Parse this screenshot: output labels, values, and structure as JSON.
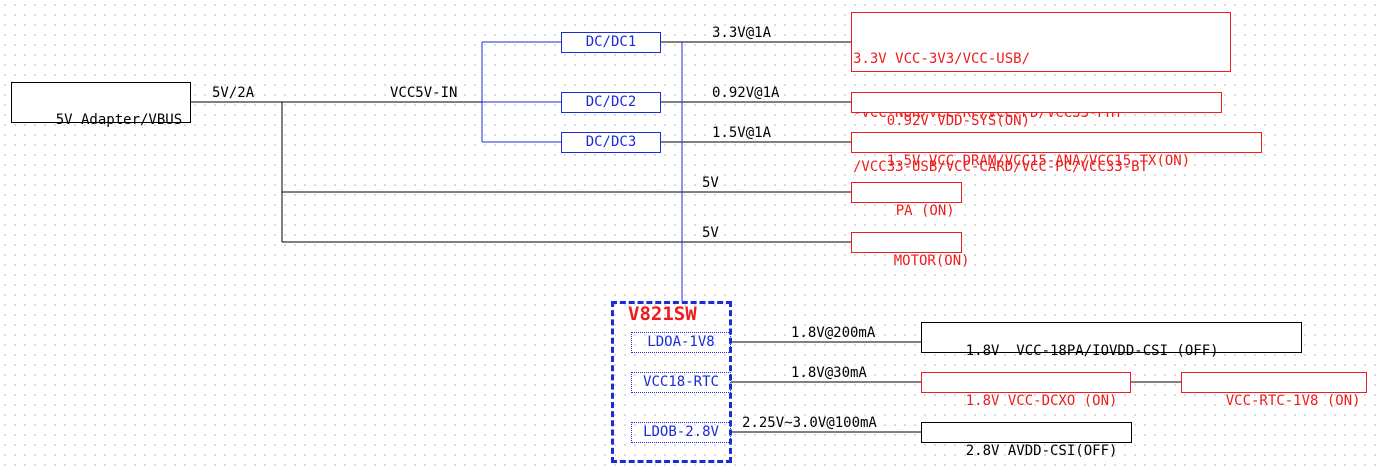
{
  "source": {
    "label": "5V Adapter/VBUS",
    "output_label": "5V/2A"
  },
  "bus": {
    "label": "VCC5V-IN"
  },
  "converters": [
    {
      "name": "DC/DC1",
      "output_label": "3.3V@1A",
      "load_lines": [
        "3.3V VCC-3V3/VCC-USB/",
        "-VCC-NOR/VCC-RF/VCC-PD/VCC33-PHY",
        "/VCC33-USB/VCC-CARD/VCC-PC/VCC33-BT"
      ]
    },
    {
      "name": "DC/DC2",
      "output_label": "0.92V@1A",
      "load": "0.92V VDD-SYS(ON)"
    },
    {
      "name": "DC/DC3",
      "output_label": "1.5V@1A",
      "load": "1.5V VCC-DRAM/VCC15-ANA/VCC15-TX(ON)"
    }
  ],
  "direct_loads": [
    {
      "voltage_label": "5V",
      "load": "PA (ON)"
    },
    {
      "voltage_label": "5V",
      "load": "MOTOR(ON)"
    }
  ],
  "chip": {
    "name": "V821SW",
    "rails": [
      {
        "name": "LDOA-1V8",
        "output_label": "1.8V@200mA",
        "load": "1.8V  VCC-18PA/IOVDD-CSI (OFF)"
      },
      {
        "name": "VCC18-RTC",
        "output_label": "1.8V@30mA",
        "load": "1.8V VCC-DCXO (ON)",
        "secondary_load": "VCC-RTC-1V8 (ON)"
      },
      {
        "name": "LDOB-2.8V",
        "output_label": "2.25V~3.0V@100mA",
        "load": "2.8V AVDD-CSI(OFF)"
      }
    ]
  },
  "colors": {
    "wire_black": "#000000",
    "wire_blue": "#1c2bd8",
    "switched_red": "#ee1c1c"
  }
}
